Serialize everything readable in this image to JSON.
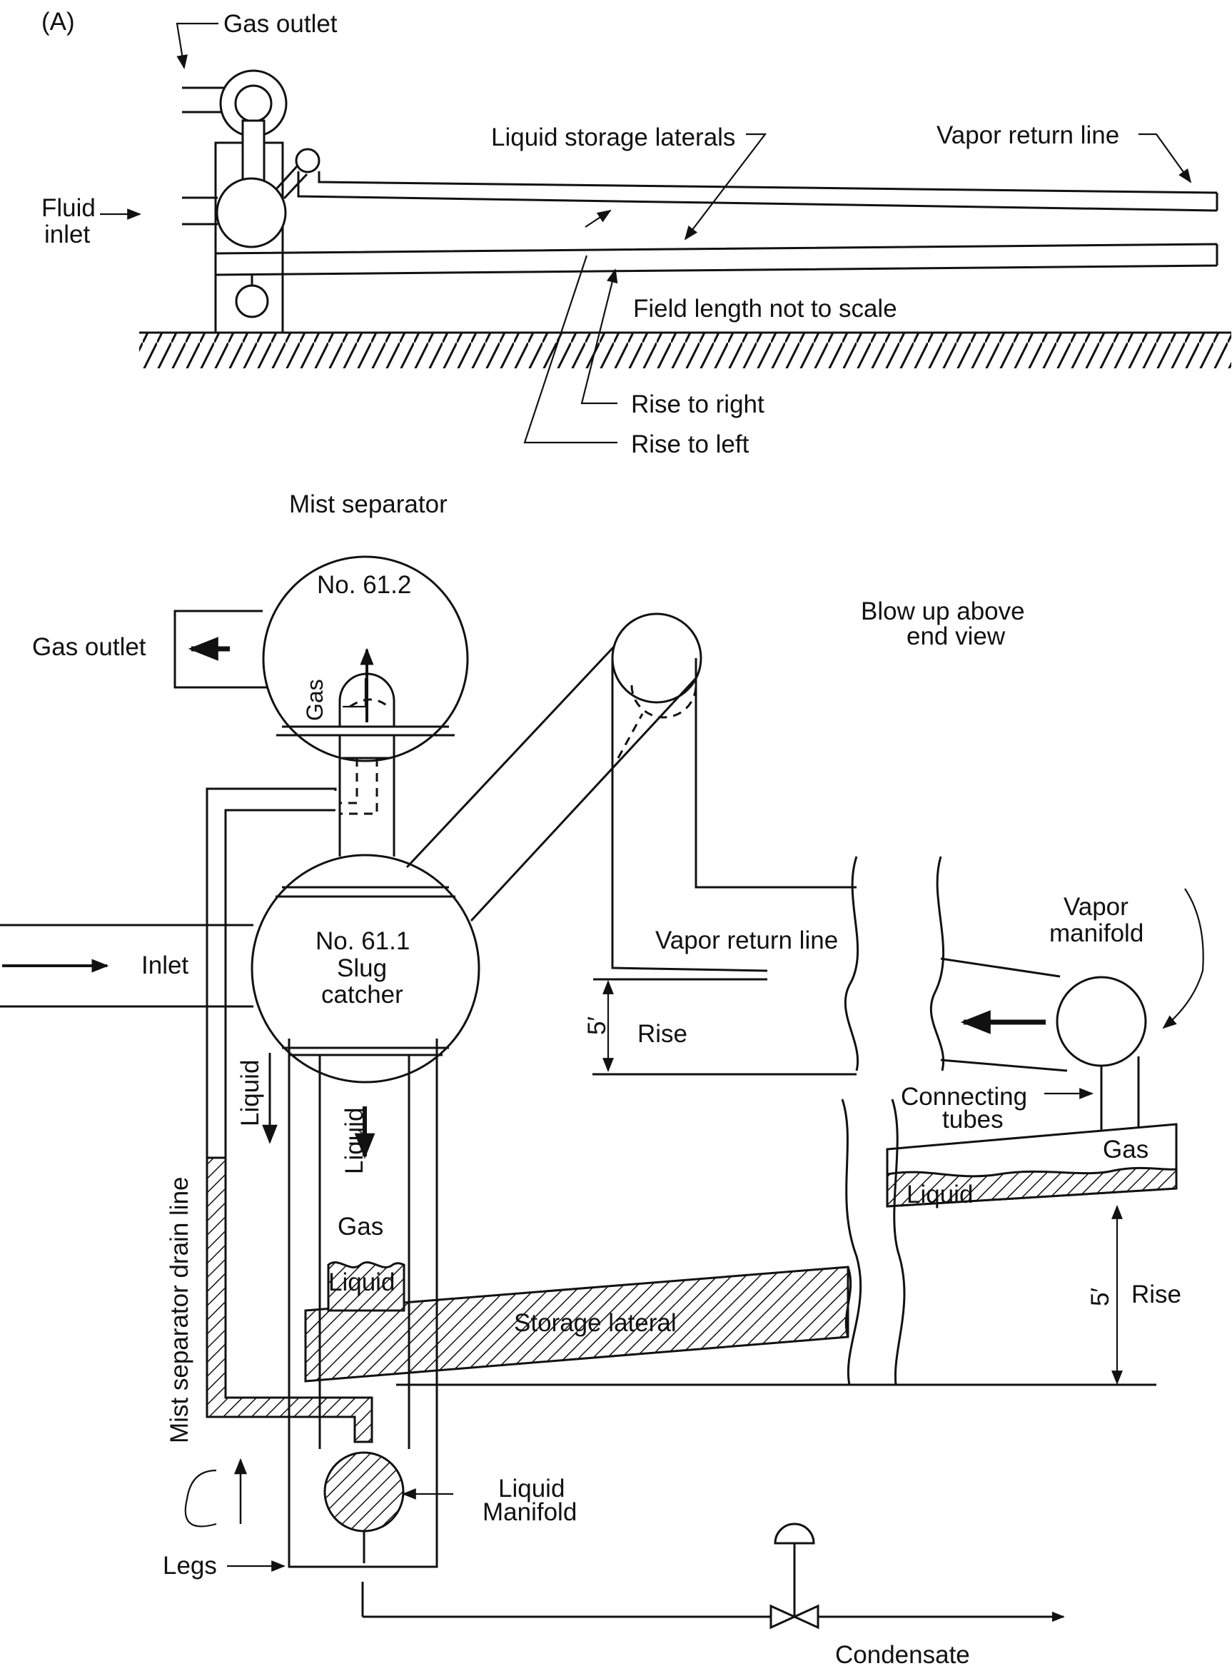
{
  "panel_a": {
    "panel_label": "(A)",
    "gas_outlet": "Gas outlet",
    "fluid_inlet_line1": "Fluid",
    "fluid_inlet_line2": "inlet",
    "liquid_storage_laterals": "Liquid storage laterals",
    "vapor_return_line": "Vapor return line",
    "field_length_note": "Field length not to scale",
    "rise_to_right": "Rise to right",
    "rise_to_left": "Rise to left"
  },
  "panel_b": {
    "mist_separator": "Mist separator",
    "mist_separator_number": "No. 61.2",
    "gas_outlet": "Gas outlet",
    "gas_in_separator": "Gas",
    "blow_up_line1": "Blow up above",
    "blow_up_line2": "end view",
    "slug_catcher_number": "No. 61.1",
    "slug_catcher_line1": "Slug",
    "slug_catcher_line2": "catcher",
    "inlet": "Inlet",
    "vapor_return_line": "Vapor return line",
    "vapor_manifold_line1": "Vapor",
    "vapor_manifold_line2": "manifold",
    "rise_dimension_upper": "5′",
    "rise_upper": "Rise",
    "connecting_tubes_line1": "Connecting",
    "connecting_tubes_line2": "tubes",
    "lateral_gas": "Gas",
    "lateral_liquid": "Liquid",
    "liquid_left": "Liquid",
    "liquid_center": "Liquid",
    "leg_gas": "Gas",
    "leg_liquid": "Liquid",
    "storage_lateral": "Storage lateral",
    "rise_dimension_lower": "5′",
    "rise_lower": "Rise",
    "mist_separator_drain_line": "Mist separator drain line",
    "liquid_manifold_line1": "Liquid",
    "liquid_manifold_line2": "Manifold",
    "legs": "Legs",
    "condensate": "Condensate"
  }
}
